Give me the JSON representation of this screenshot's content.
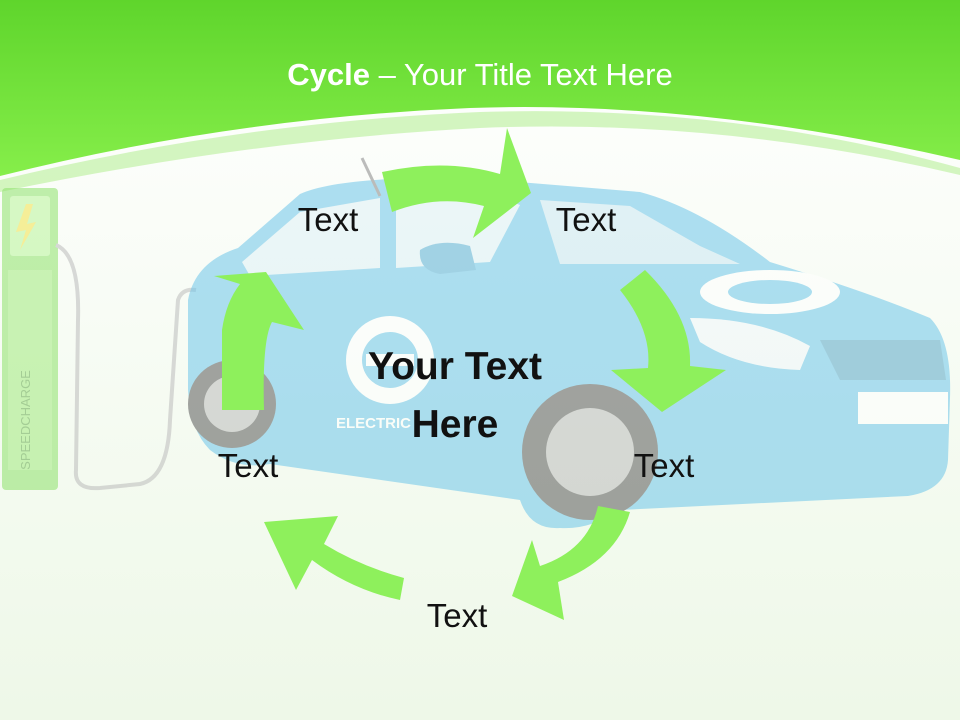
{
  "title": {
    "bold_part": "Cycle",
    "separator": " – ",
    "rest": "Your Title Text Here"
  },
  "center": {
    "line1": "Your Text",
    "line2": "Here"
  },
  "cycle_labels": [
    "Text",
    "Text",
    "Text",
    "Text",
    "Text"
  ],
  "charger_label": "SPEEDCHARGE",
  "car_door_label": "ELECTRIC",
  "colors": {
    "header_green": "#6ae23a",
    "arrow_green": "#8ef05c",
    "car_blue": "#6ec6ea"
  }
}
